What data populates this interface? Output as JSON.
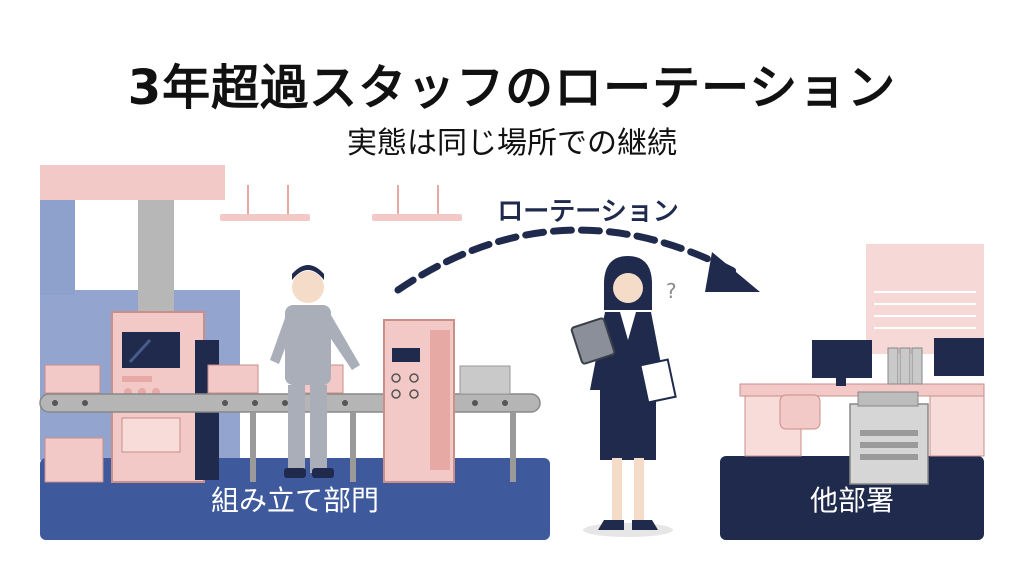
{
  "title": "3年超過スタッフのローテーション",
  "subtitle": "実態は同じ場所での継続",
  "arrow_label": "ローテーション",
  "question_mark": "?",
  "left_area": {
    "label": "組み立て部門"
  },
  "right_area": {
    "label": "他部署"
  },
  "colors": {
    "navy": "#1f2a4d",
    "blue": "#3f5a9c",
    "pink": "#f2c9c6",
    "pink_dark": "#e6a9a4",
    "gray": "#9a9a9a"
  }
}
